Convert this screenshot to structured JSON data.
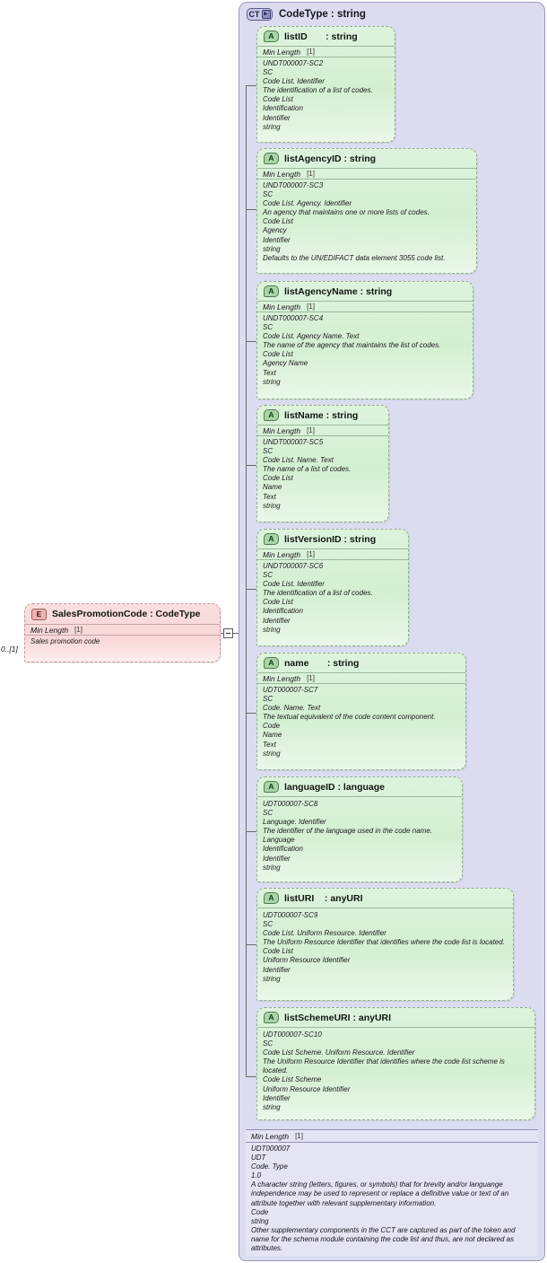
{
  "diagram": {
    "type": "xsd-schema-diagram",
    "cardinality_label": "0..[1]",
    "icons": {
      "complex_type": "CT",
      "attribute": "A",
      "element": "E",
      "expander": "minus-box-icon"
    }
  },
  "element": {
    "icon": "E",
    "title": "SalesPromotionCode : CodeType",
    "facet": {
      "name": "Min Length",
      "value": "[1]"
    },
    "documentation": [
      "Sales promotion code"
    ]
  },
  "complex_type": {
    "icon": "CT",
    "title": "CodeType : string",
    "facet": {
      "name": "Min Length",
      "value": "[1]"
    },
    "documentation": [
      "UDT000007",
      "UDT",
      "Code. Type",
      "1.0",
      "A character string (letters, figures, or symbols) that for brevity and/or languange independence may be used to represent or replace a definitive value or text of an attribute together with relevant supplementary information.",
      "Code",
      "string",
      "Other supplementary components in the CCT are captured as part of the token and name for the schema module containing the code list and thus, are not declared as attributes."
    ],
    "attributes": [
      {
        "icon": "A",
        "title": "listID       : string",
        "facet": {
          "name": "Min Length",
          "value": "[1]"
        },
        "documentation": [
          "UNDT000007-SC2",
          "SC",
          "Code List. Identifier",
          "The identification of a list of codes.",
          "Code List",
          "Identification",
          "Identifier",
          "string"
        ]
      },
      {
        "icon": "A",
        "title": "listAgencyID : string",
        "facet": {
          "name": "Min Length",
          "value": "[1]"
        },
        "documentation": [
          "UNDT000007-SC3",
          "SC",
          "Code List. Agency. Identifier",
          "An agency that maintains one or more lists of codes.",
          "Code List",
          "Agency",
          "Identifier",
          "string",
          "Defaults to the UN/EDIFACT data element 3055 code list."
        ]
      },
      {
        "icon": "A",
        "title": "listAgencyName : string",
        "facet": {
          "name": "Min Length",
          "value": "[1]"
        },
        "documentation": [
          "UNDT000007-SC4",
          "SC",
          "Code List. Agency Name. Text",
          "The name of the agency that maintains the list of codes.",
          "Code List",
          "Agency Name",
          "Text",
          "string"
        ]
      },
      {
        "icon": "A",
        "title": "listName : string",
        "facet": {
          "name": "Min Length",
          "value": "[1]"
        },
        "documentation": [
          "UNDT000007-SC5",
          "SC",
          "Code List. Name. Text",
          "The name of a list of codes.",
          "Code List",
          "Name",
          "Text",
          "string"
        ]
      },
      {
        "icon": "A",
        "title": "listVersionID : string",
        "facet": {
          "name": "Min Length",
          "value": "[1]"
        },
        "documentation": [
          "UNDT000007-SC6",
          "SC",
          "Code List. Identifier",
          "The identification of a list of codes.",
          "Code List",
          "Identification",
          "Identifier",
          "string"
        ]
      },
      {
        "icon": "A",
        "title": "name       : string",
        "facet": {
          "name": "Min Length",
          "value": "[1]"
        },
        "documentation": [
          "UDT000007-SC7",
          "SC",
          "Code. Name. Text",
          "The textual equivalent of the code content component.",
          "Code",
          "Name",
          "Text",
          "string"
        ]
      },
      {
        "icon": "A",
        "title": "languageID : language",
        "facet": null,
        "documentation": [
          "UDT000007-SC8",
          "SC",
          "Language. Identifier",
          "The identifier of the language used in the code name.",
          "Language",
          "Identification",
          "Identifier",
          "string"
        ]
      },
      {
        "icon": "A",
        "title": "listURI    : anyURI",
        "facet": null,
        "documentation": [
          "UDT000007-SC9",
          "SC",
          "Code List. Uniform Resource. Identifier",
          "The Uniform Resource Identifier that identifies where the code list is located.",
          "Code List",
          "Uniform Resource Identifier",
          "Identifier",
          "string"
        ]
      },
      {
        "icon": "A",
        "title": "listSchemeURI : anyURI",
        "facet": null,
        "documentation": [
          "UDT000007-SC10",
          "SC",
          "Code List Scheme. Uniform Resource. Identifier",
          "The Uniform Resource Identifier that identifies where the code list scheme is located.",
          "Code List Scheme",
          "Uniform Resource Identifier",
          "Identifier",
          "string"
        ]
      }
    ]
  }
}
